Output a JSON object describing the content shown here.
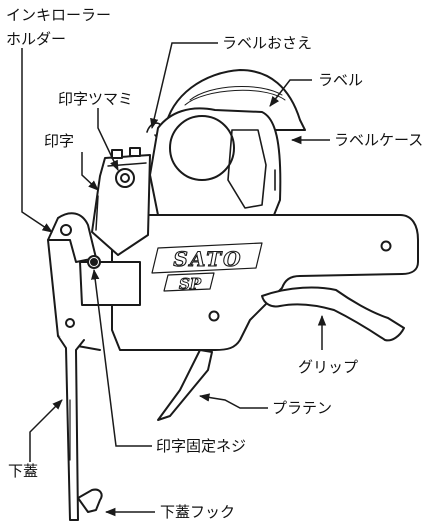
{
  "diagram": {
    "labels": {
      "ink_roller_holder_line1": "インキローラー",
      "ink_roller_holder_line2": "ホルダー",
      "print_knob": "印字ツマミ",
      "print": "印字",
      "label_presser": "ラベルおさえ",
      "label": "ラベル",
      "label_case": "ラベルケース",
      "grip": "グリップ",
      "platen": "プラテン",
      "bottom_cover": "下蓋",
      "print_fixing_screw": "印字固定ネジ",
      "bottom_cover_hook": "下蓋フック"
    },
    "brand": {
      "name": "SATO",
      "model": "SP"
    },
    "colors": {
      "line": "#1a1a1a",
      "background": "#ffffff"
    }
  }
}
